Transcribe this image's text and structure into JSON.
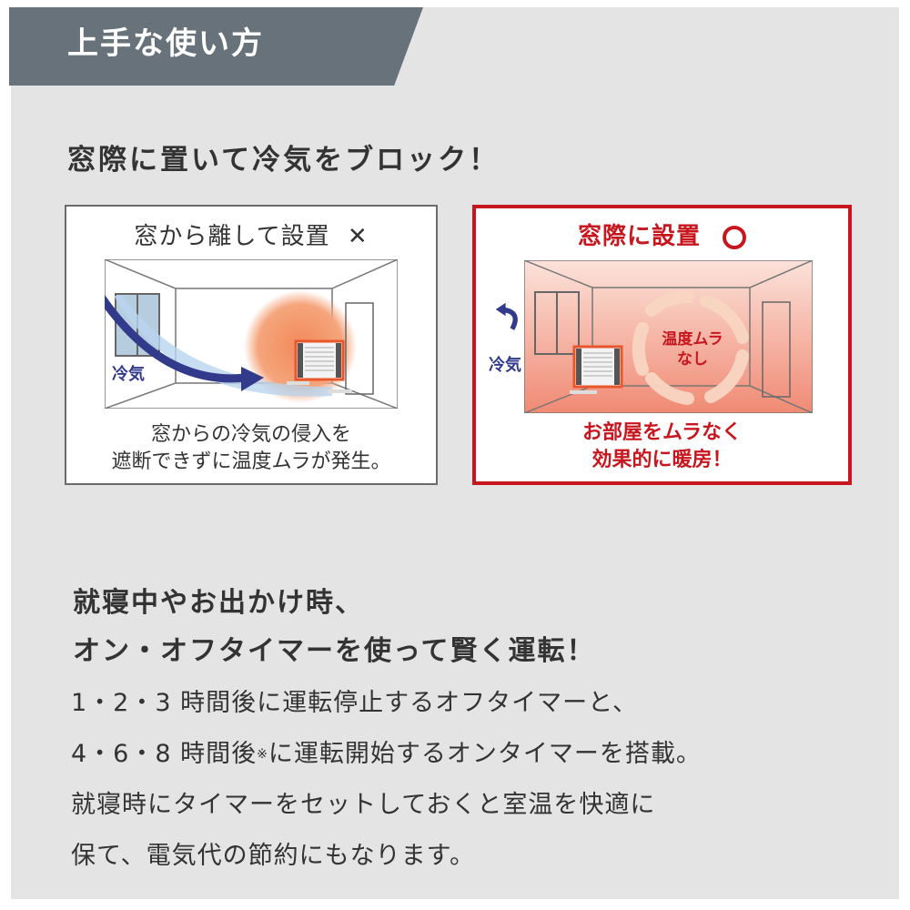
{
  "header": {
    "title": "上手な使い方"
  },
  "section1": {
    "heading": "窓際に置いて冷気をブロック！",
    "bad_card": {
      "title": "窓から離して設置",
      "mark": "✕",
      "cold_air_label": "冷気",
      "caption_line1": "窓からの冷気の侵入を",
      "caption_line2": "遮断できずに温度ムラが発生。"
    },
    "good_card": {
      "title": "窓際に設置",
      "mark": "〇",
      "cold_air_label": "冷気",
      "circulation_line1": "温度ムラ",
      "circulation_line2": "なし",
      "caption_line1": "お部屋をムラなく",
      "caption_line2": "効果的に暖房！"
    }
  },
  "section2": {
    "heading_line1": "就寝中やお出かけ時、",
    "heading_line2": "オン・オフタイマーを使って賢く運転！",
    "body_line1": "1・2・3 時間後に運転停止するオフタイマーと、",
    "body_line2a": "4・6・8 時間後",
    "body_note_mark": "※",
    "body_line2b": "に運転開始するオンタイマーを搭載。",
    "body_line3": "就寝時にタイマーをセットしておくと室温を快適に",
    "body_line4": "保て、電気代の節約にもなります。"
  },
  "colors": {
    "banner": "#67727a",
    "background": "#e4e4e4",
    "accent_red": "#c8161e",
    "cold_blue": "#323a8c",
    "text": "#333333"
  }
}
